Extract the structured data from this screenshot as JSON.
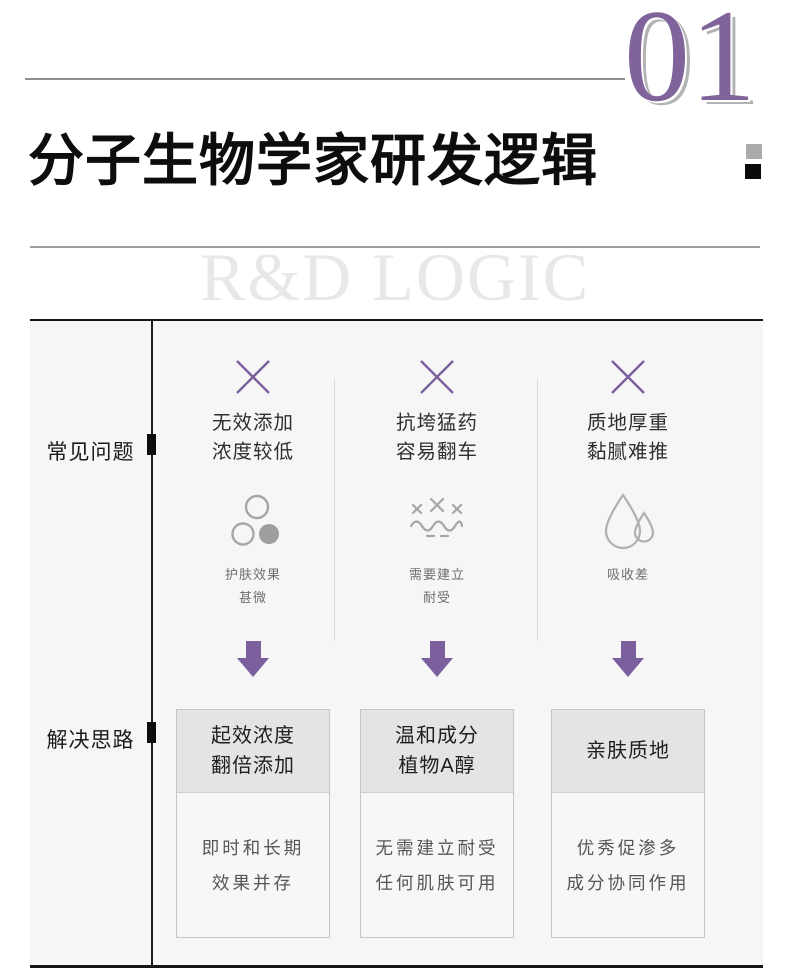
{
  "header": {
    "section_number": "01",
    "title": "分子生物学家研发逻辑",
    "watermark": "R&D LOGIC"
  },
  "colors": {
    "accent_purple": "#7b5f9c",
    "panel_background": "#f6f6f6",
    "solution_header_background": "#e4e4e4",
    "icon_gray": "#a6a6a6"
  },
  "panel": {
    "row_labels": [
      {
        "label": "常见问题"
      },
      {
        "label": "解决思路"
      }
    ],
    "columns": [
      {
        "status_icon": "cross-icon",
        "problem": "无效添加\n浓度较低",
        "symbol_icon": "bubbles-icon",
        "caption": "护肤效果\n甚微",
        "solution_title": "起效浓度\n翻倍添加",
        "solution_desc": "即时和长期\n效果并存"
      },
      {
        "status_icon": "cross-icon",
        "problem": "抗垮猛药\n容易翻车",
        "symbol_icon": "irritation-icon",
        "caption": "需要建立\n耐受",
        "solution_title": "温和成分\n植物A醇",
        "solution_desc": "无需建立耐受\n任何肌肤可用"
      },
      {
        "status_icon": "cross-icon",
        "problem": "质地厚重\n黏腻难推",
        "symbol_icon": "droplets-icon",
        "caption": "吸收差",
        "solution_title": "亲肤质地",
        "solution_desc": "优秀促渗多\n成分协同作用"
      }
    ]
  }
}
